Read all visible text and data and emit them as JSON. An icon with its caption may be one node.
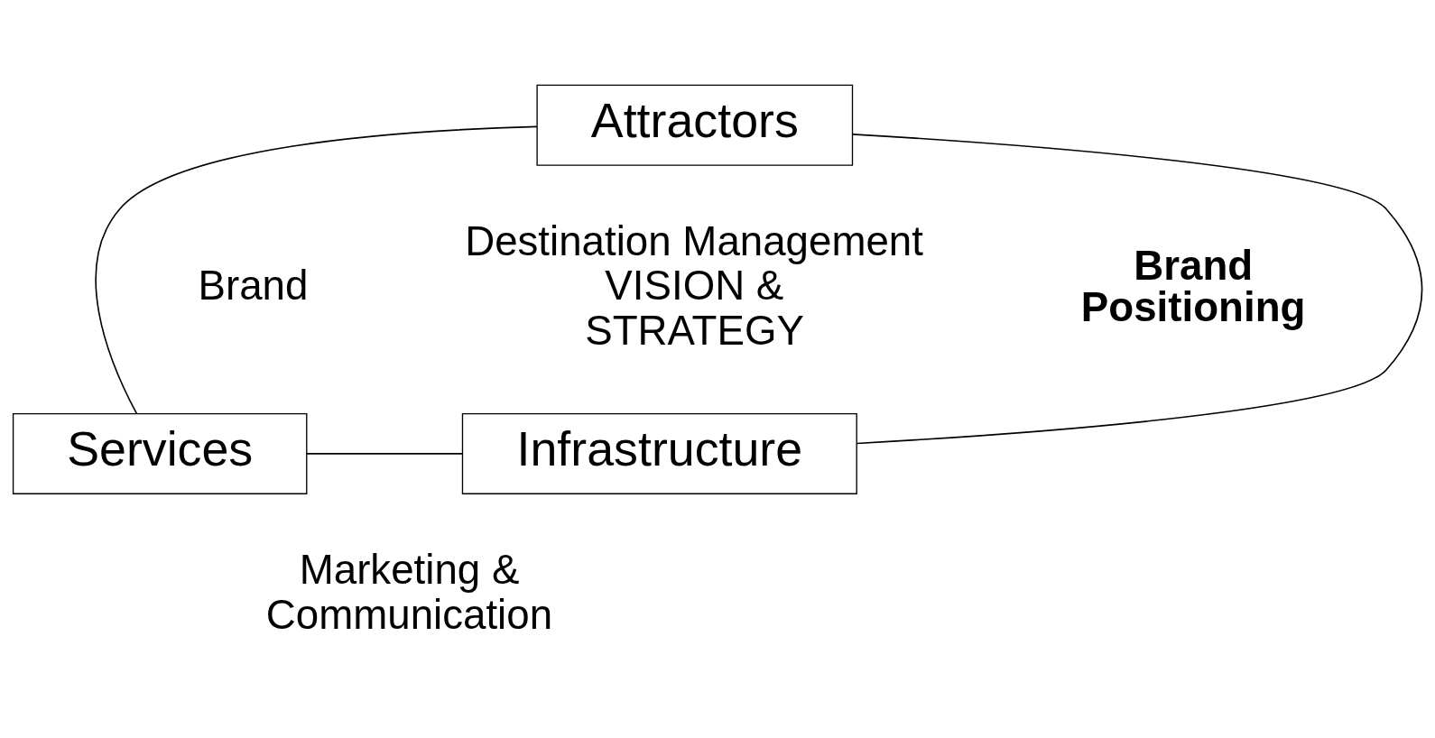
{
  "diagram": {
    "nodes": [
      {
        "text": [
          "Attractors"
        ]
      },
      {
        "text": [
          "Services"
        ]
      },
      {
        "text": [
          "Infrastructure"
        ]
      }
    ],
    "edges": [
      {
        "from": 0,
        "to": 1,
        "arrow": "none"
      },
      {
        "from": 0,
        "to": 2,
        "arrow": "none"
      },
      {
        "from": 1,
        "to": 2,
        "arrow": "none"
      }
    ],
    "labels": [
      "Brand",
      "Brand Positioning",
      "Destination Management VISION & STRATEGY",
      "Marketing & Communication"
    ]
  }
}
